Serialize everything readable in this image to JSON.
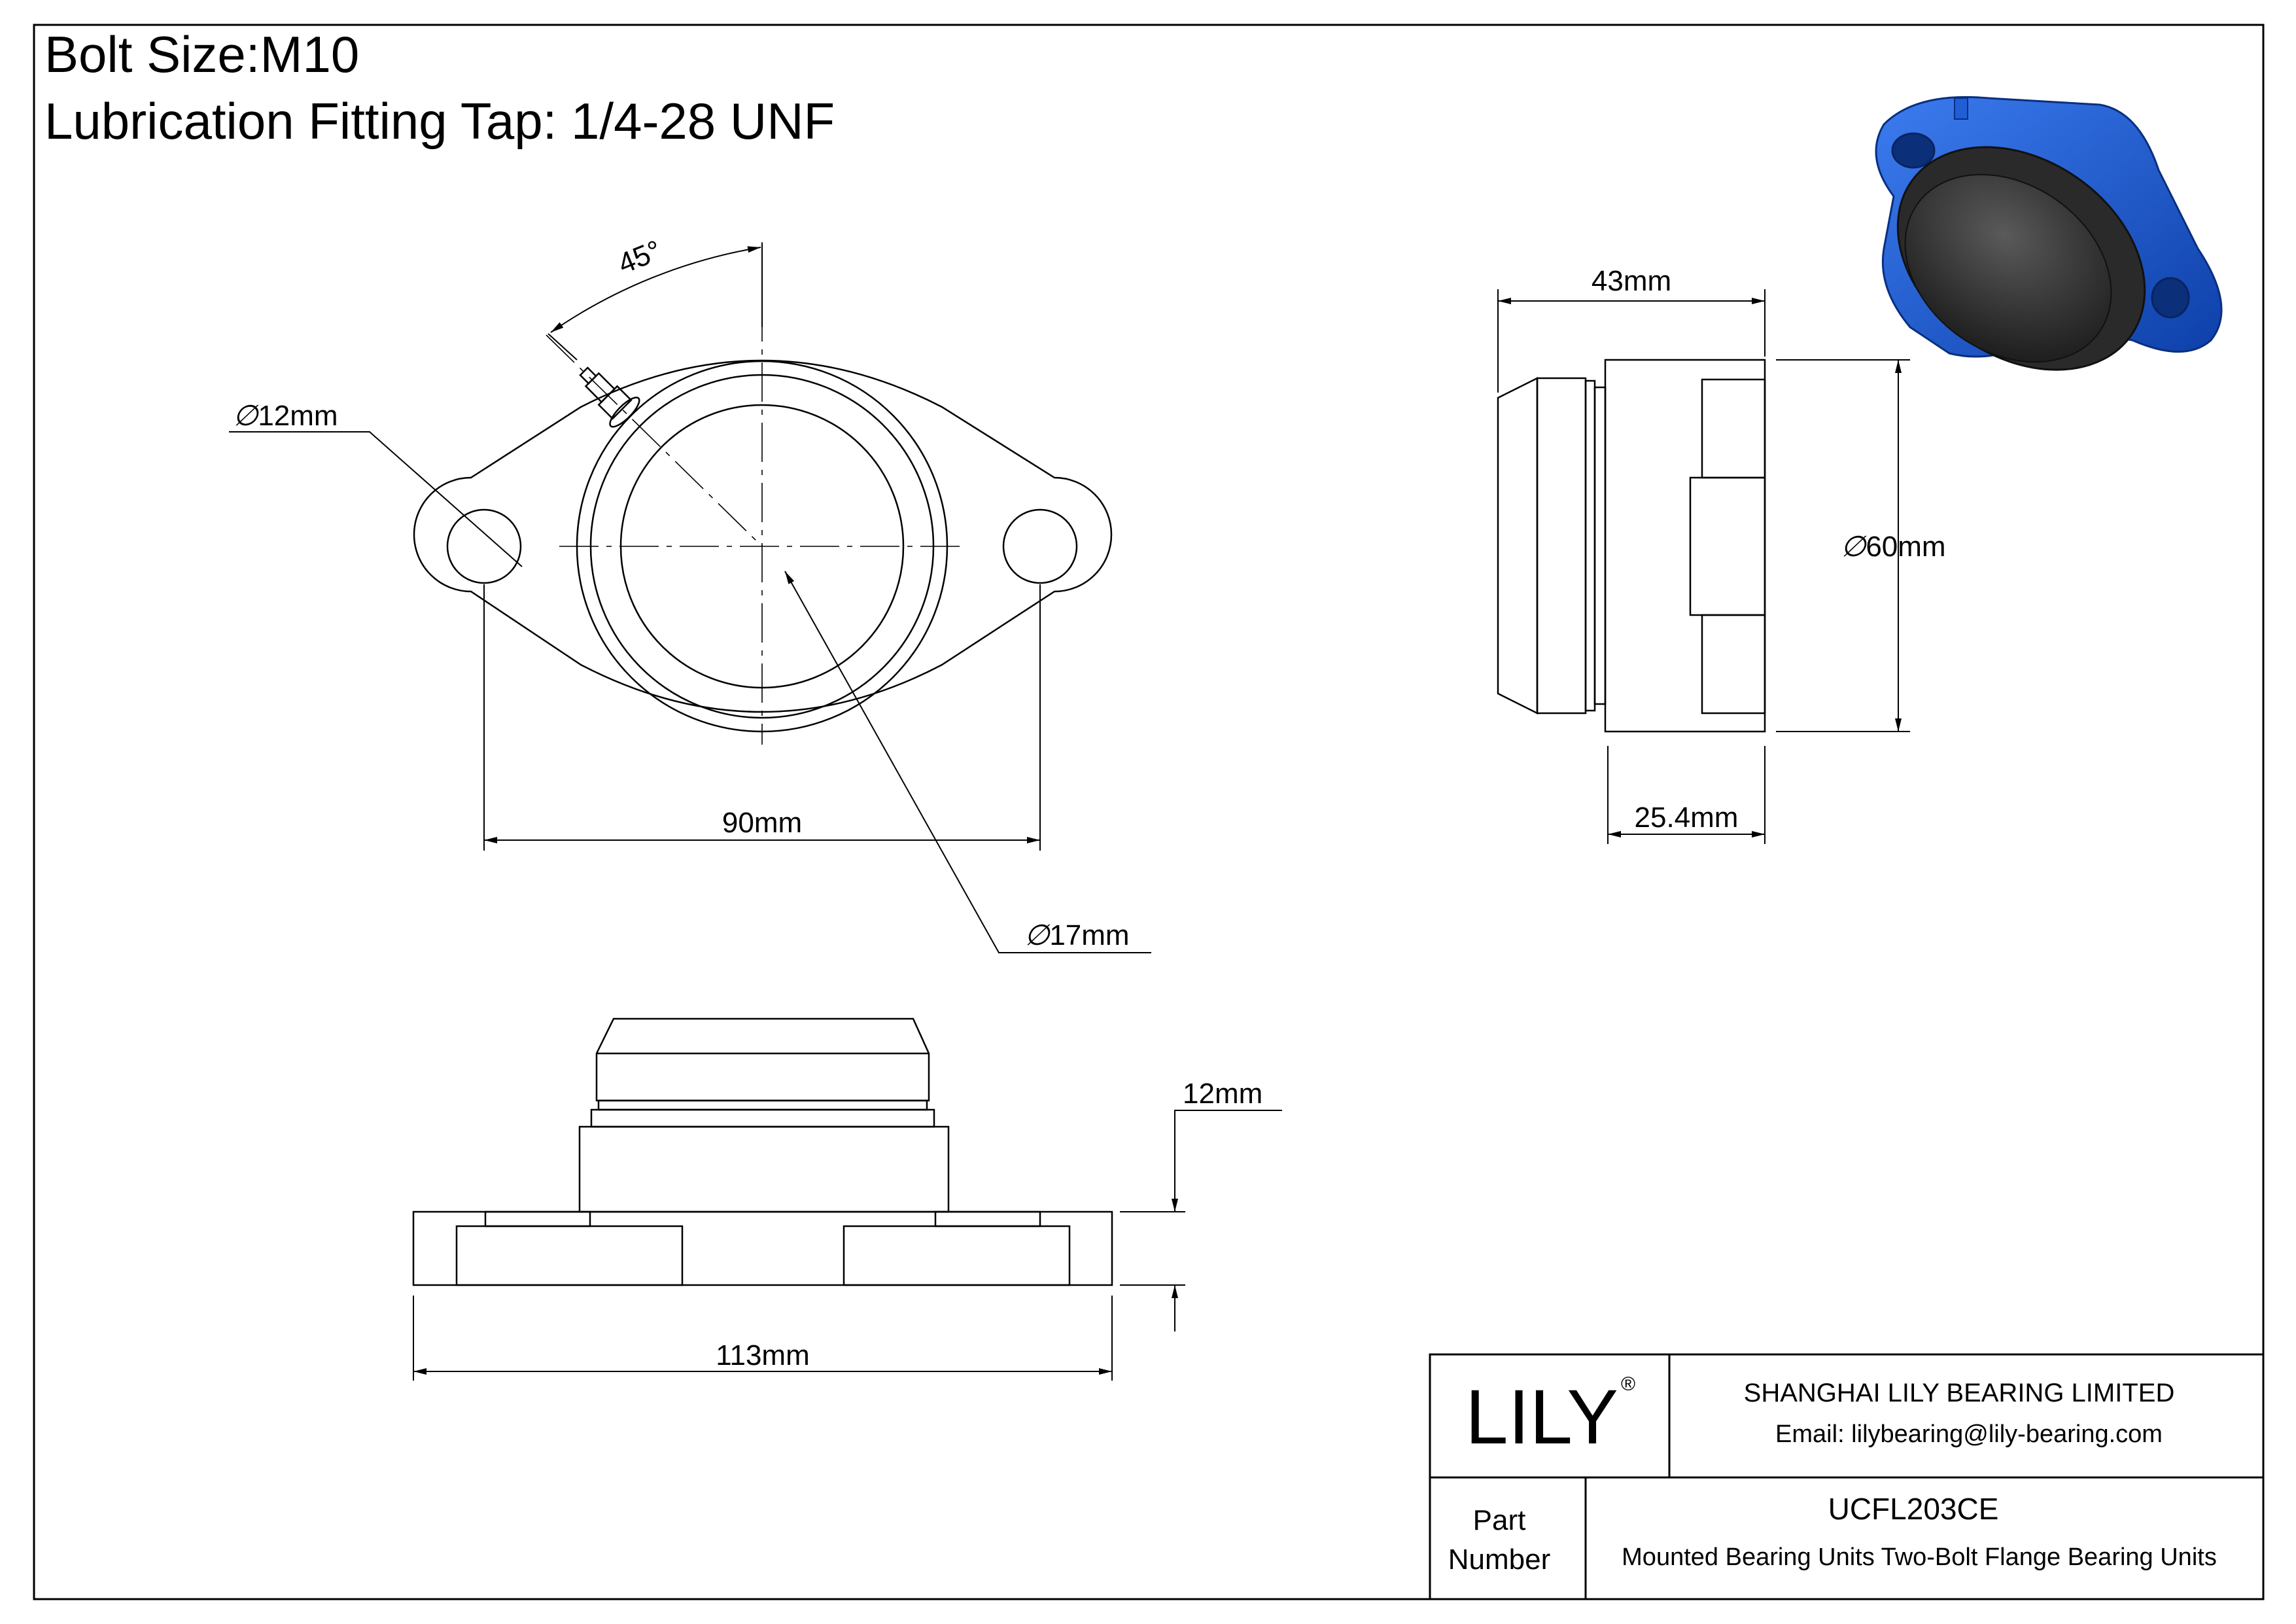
{
  "header": {
    "bolt_size": "Bolt Size:M10",
    "lubrication": "Lubrication Fitting Tap: 1/4-28 UNF"
  },
  "dimensions": {
    "angle": "45°",
    "bolt_hole": "12mm",
    "bolt_spacing": "90mm",
    "bore": "17mm",
    "width_total": "43mm",
    "housing_dia": "60mm",
    "ring_width": "25.4mm",
    "flange_thickness": "12mm",
    "overall_length": "113mm"
  },
  "title_block": {
    "logo": "LILY",
    "registered": "®",
    "company": "SHANGHAI LILY BEARING LIMITED",
    "email": "Email: lilybearing@lily-bearing.com",
    "part_label_line1": "Part",
    "part_label_line2": "Number",
    "part_number": "UCFL203CE",
    "description": "Mounted Bearing Units Two-Bolt Flange Bearing Units"
  },
  "colors": {
    "housing_blue": "#1f5fd6",
    "insert_dark": "#3a3a3a"
  }
}
